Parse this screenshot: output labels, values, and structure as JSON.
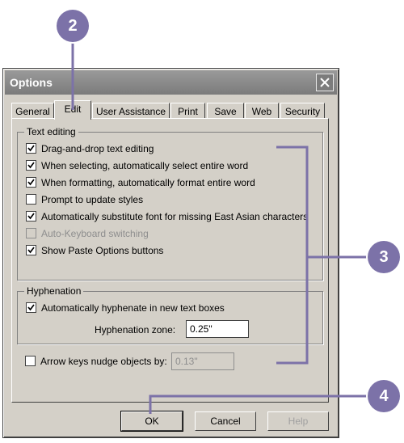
{
  "dialog": {
    "title": "Options",
    "tabs": [
      "General",
      "Edit",
      "User Assistance",
      "Print",
      "Save",
      "Web",
      "Security"
    ],
    "active_tab": "Edit",
    "text_editing": {
      "label": "Text editing",
      "options": [
        {
          "label": "Drag-and-drop text editing",
          "checked": true,
          "enabled": true
        },
        {
          "label": "When selecting, automatically select entire word",
          "checked": true,
          "enabled": true
        },
        {
          "label": "When formatting, automatically format entire word",
          "checked": true,
          "enabled": true
        },
        {
          "label": "Prompt to update styles",
          "checked": false,
          "enabled": true
        },
        {
          "label": "Automatically substitute font for missing East Asian characters",
          "checked": true,
          "enabled": true
        },
        {
          "label": "Auto-Keyboard switching",
          "checked": false,
          "enabled": false
        },
        {
          "label": "Show Paste Options buttons",
          "checked": true,
          "enabled": true
        }
      ]
    },
    "hyphenation": {
      "label": "Hyphenation",
      "auto_label": "Automatically hyphenate in new text boxes",
      "auto_checked": true,
      "zone_label": "Hyphenation zone:",
      "zone_value": "0.25\""
    },
    "nudge": {
      "label": "Arrow keys nudge objects by:",
      "checked": false,
      "value": "0.13\""
    },
    "buttons": {
      "ok": "OK",
      "cancel": "Cancel",
      "help": "Help"
    }
  },
  "callouts": [
    "2",
    "3",
    "4"
  ],
  "colors": {
    "callout": "#7c72a8",
    "dialog_bg": "#d4d0c8",
    "title_bar": "#8a8a8a"
  }
}
